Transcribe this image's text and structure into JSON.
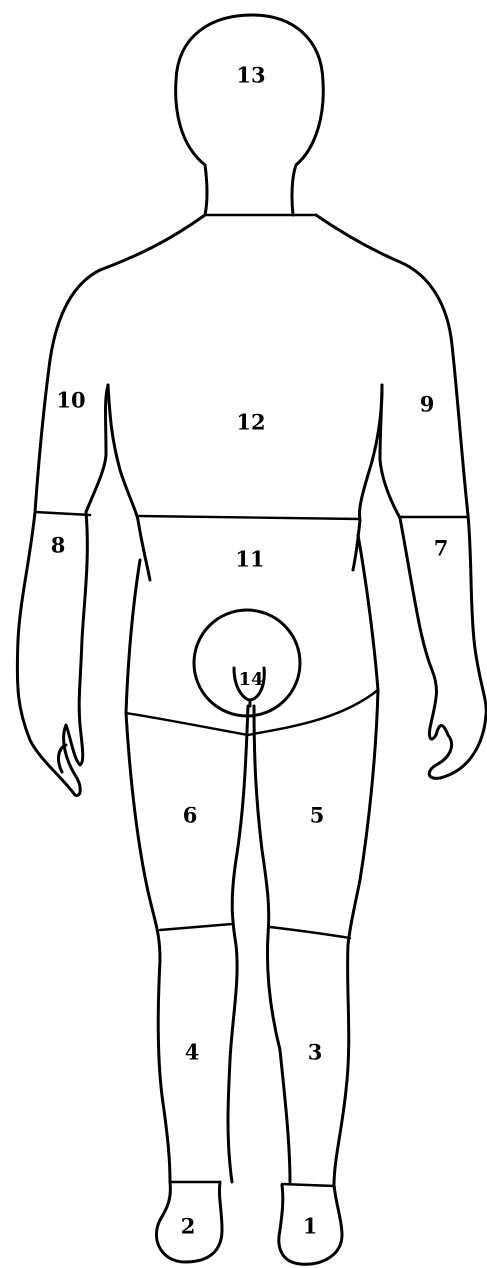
{
  "diagram": {
    "colors": {
      "background": "#ffffff",
      "outline": "#000000"
    },
    "regions": [
      {
        "id": "r1",
        "label": "1"
      },
      {
        "id": "r2",
        "label": "2"
      },
      {
        "id": "r3",
        "label": "3"
      },
      {
        "id": "r4",
        "label": "4"
      },
      {
        "id": "r5",
        "label": "5"
      },
      {
        "id": "r6",
        "label": "6"
      },
      {
        "id": "r7",
        "label": "7"
      },
      {
        "id": "r8",
        "label": "8"
      },
      {
        "id": "r9",
        "label": "9"
      },
      {
        "id": "r10",
        "label": "10"
      },
      {
        "id": "r11",
        "label": "11"
      },
      {
        "id": "r12",
        "label": "12"
      },
      {
        "id": "r13",
        "label": "13"
      },
      {
        "id": "r14",
        "label": "14"
      }
    ]
  }
}
